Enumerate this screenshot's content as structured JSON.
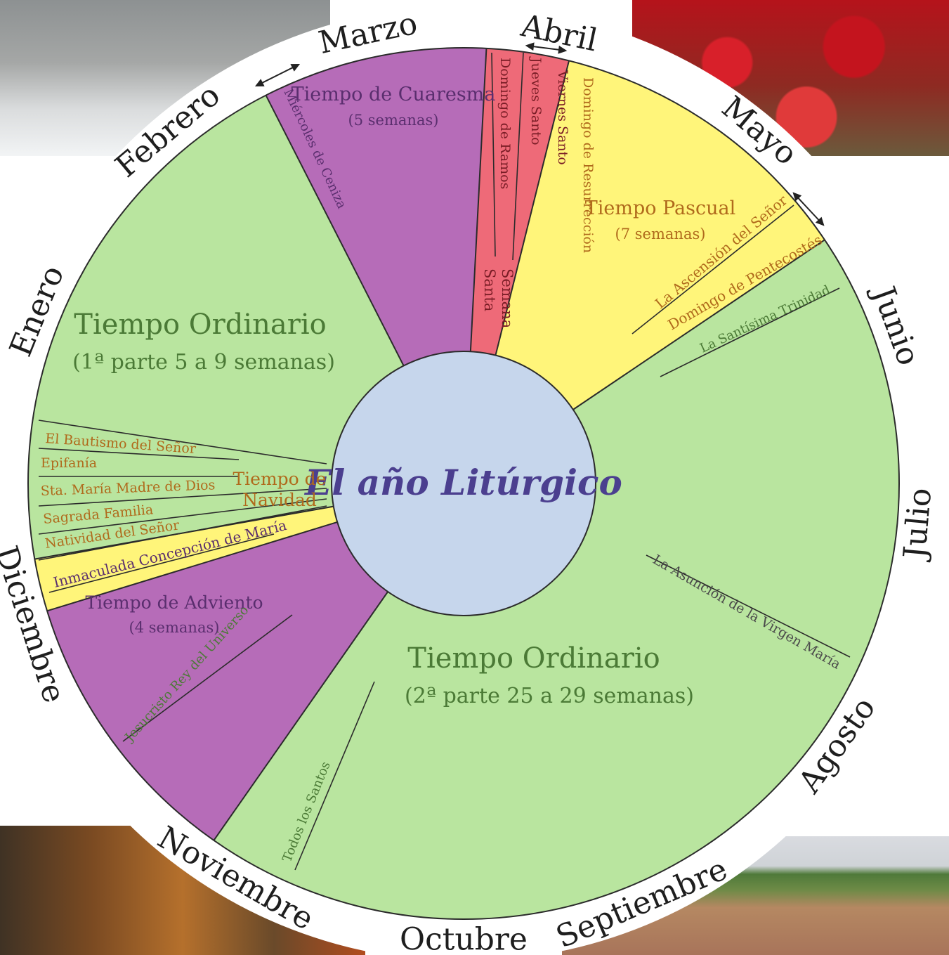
{
  "title": "El año Litúrgico",
  "months": [
    "Enero",
    "Febrero",
    "Marzo",
    "Abril",
    "Mayo",
    "Junio",
    "Julio",
    "Agosto",
    "Septiembre",
    "Octubre",
    "Noviembre",
    "Diciembre"
  ],
  "seasons": {
    "ordinario1": {
      "label": "Tiempo Ordinario",
      "sub": "(1ª parte 5 a 9 semanas)"
    },
    "cuaresma": {
      "label": "Tiempo de Cuaresma",
      "sub": "(5 semanas)"
    },
    "pascual": {
      "label": "Tiempo Pascual",
      "sub": "(7 semanas)"
    },
    "ordinario2": {
      "label": "Tiempo Ordinario",
      "sub": "(2ª parte 25 a 29 semanas)"
    },
    "adviento": {
      "label": "Tiempo de Adviento",
      "sub": "(4 semanas)"
    },
    "navidad": {
      "label1": "Tiempo de",
      "label2": "Navidad"
    },
    "semana_santa": {
      "line1": "Semana",
      "line2": "Santa"
    }
  },
  "feasts": {
    "miercoles_ceniza": "Miércoles de Ceniza",
    "domingo_ramos": "Domingo de Ramos",
    "jueves_santo": "Jueves Santo",
    "viernes_santo": "Viernes Santo",
    "domingo_resurreccion": "Domingo de Resurrección",
    "ascension": "La Ascensión del Señor",
    "pentecostes": "Domingo de Pentecostés",
    "trinidad": "La Santísima Trinidad",
    "asuncion": "La Asunción de la Virgen María",
    "todos_santos": "Todos los Santos",
    "cristo_rey": "Jesucristo Rey del Universo",
    "inmaculada": "Inmaculada Concepción de María",
    "natividad": "Natividad del Señor",
    "sagrada_familia": "Sagrada Familia",
    "santa_maria": "Sta. María Madre de Dios",
    "epifania": "Epifanía",
    "bautismo": "El Bautismo del Señor"
  },
  "colors": {
    "ordinario": "#b9e59f",
    "cuaresma": "#b66cb8",
    "adviento": "#b66cb8",
    "pascual": "#fff57a",
    "navidad": "#fff57a",
    "semana_santa": "#ee6a78",
    "center": "#c6d6ec",
    "text_green": "#4b7a36",
    "text_purple": "#5a2e6e",
    "text_orange": "#b06a1c",
    "text_red": "#7a1d26",
    "title": "#4b3f8f"
  }
}
